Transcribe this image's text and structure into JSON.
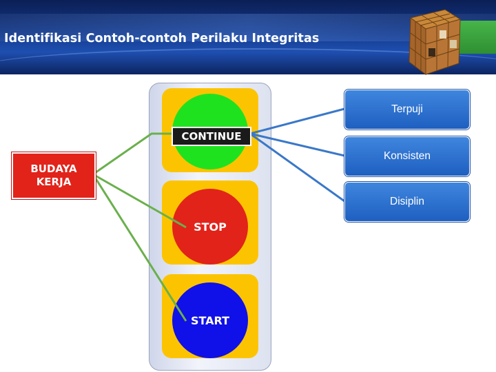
{
  "header": {
    "title": "Identifikasi Contoh-contoh Perilaku Integritas"
  },
  "diagram": {
    "left_box": {
      "line1": "BUDAYA",
      "line2": "KERJA"
    },
    "lamps": {
      "continue": "CONTINUE",
      "stop": "STOP",
      "start": "START"
    },
    "right_boxes": [
      "Terpuji",
      "Konsisten",
      "Disiplin"
    ]
  },
  "colors": {
    "green_lamp": "#1fe21f",
    "red_lamp": "#e2231a",
    "blue_lamp": "#1010e8",
    "housing_slot": "#fcc400",
    "budaya_box": "#e2231a",
    "right_box": "#2a6fd1",
    "connector_green": "#6ab04c",
    "connector_blue": "#3a78c8"
  }
}
